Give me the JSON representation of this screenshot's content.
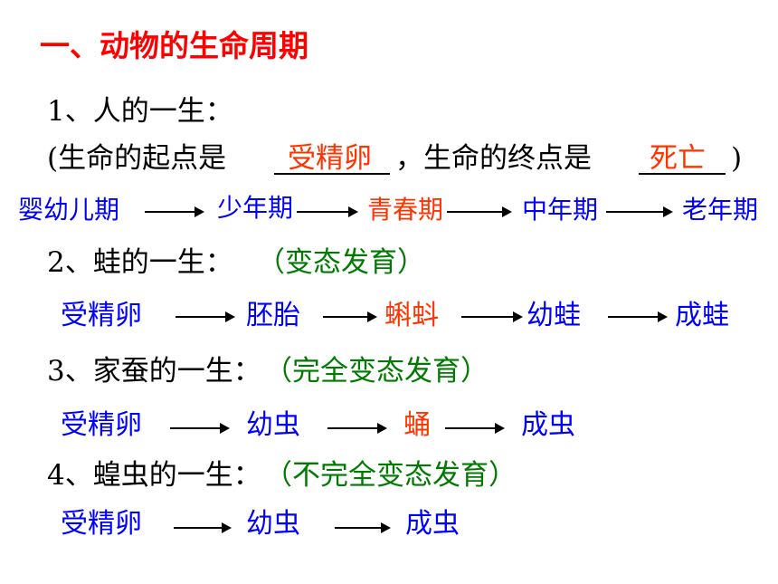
{
  "colors": {
    "red": "#ff0000",
    "blue": "#0000ff",
    "orange": "#ff3300",
    "green": "#007a00",
    "black": "#000000"
  },
  "title": "一、动物的生命周期",
  "human": {
    "heading": "1、人的一生：",
    "blank_line": {
      "open": "(生命的起点是",
      "answer1": "受精卵",
      "middle": "，生命的终点是",
      "answer2": "死亡",
      "close": ")"
    },
    "stages": [
      "婴幼儿期",
      "少年期",
      "青春期",
      "中年期",
      "老年期"
    ]
  },
  "frog": {
    "heading": "2、蛙的一生：",
    "type": "（变态发育）",
    "stages": [
      "受精卵",
      "胚胎",
      "蝌蚪",
      "幼蛙",
      "成蛙"
    ]
  },
  "silkworm": {
    "heading": "3、家蚕的一生：",
    "type": "（完全变态发育）",
    "stages": [
      "受精卵",
      "幼虫",
      "蛹",
      "成虫"
    ]
  },
  "locust": {
    "heading": "4、蝗虫的一生：",
    "type": "（不完全变态发育）",
    "stages": [
      "受精卵",
      "幼虫",
      "成虫"
    ]
  }
}
